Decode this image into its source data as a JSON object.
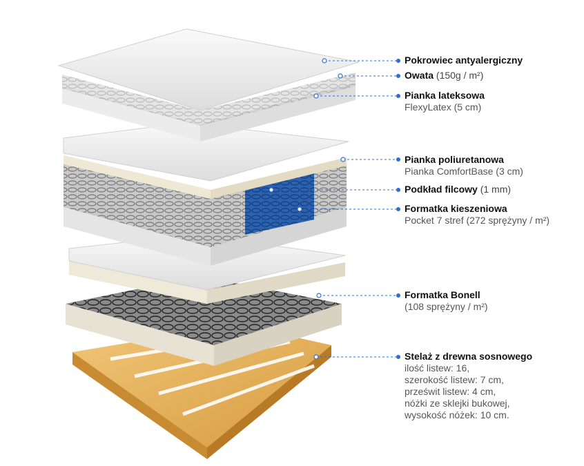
{
  "accent_color": "#2a6fd6",
  "layers": [
    {
      "title": "Pokrowiec antyalergiczny",
      "detail": ""
    },
    {
      "title": "Owata",
      "detail": "(150g / m²)"
    },
    {
      "title": "Pianka lateksowa",
      "detail": "FlexyLatex (5 cm)"
    },
    {
      "title": "Pianka poliuretanowa",
      "detail": "Pianka ComfortBase (3 cm)"
    },
    {
      "title": "Podkład filcowy",
      "detail": "(1 mm)"
    },
    {
      "title": "Formatka kieszeniowa",
      "detail": "Pocket 7 stref (272 sprężyny / m²)"
    },
    {
      "title": "Formatka Bonell",
      "detail": "(108 sprężyny / m²)"
    },
    {
      "title": "Stelaż z drewna sosnowego",
      "detail_lines": [
        "ilość listew: 16,",
        "szerokość listew: 7 cm,",
        "prześwit listew: 4 cm,",
        "nóżki ze sklejki bukowej,",
        "wysokość nóżek: 10 cm."
      ]
    }
  ]
}
